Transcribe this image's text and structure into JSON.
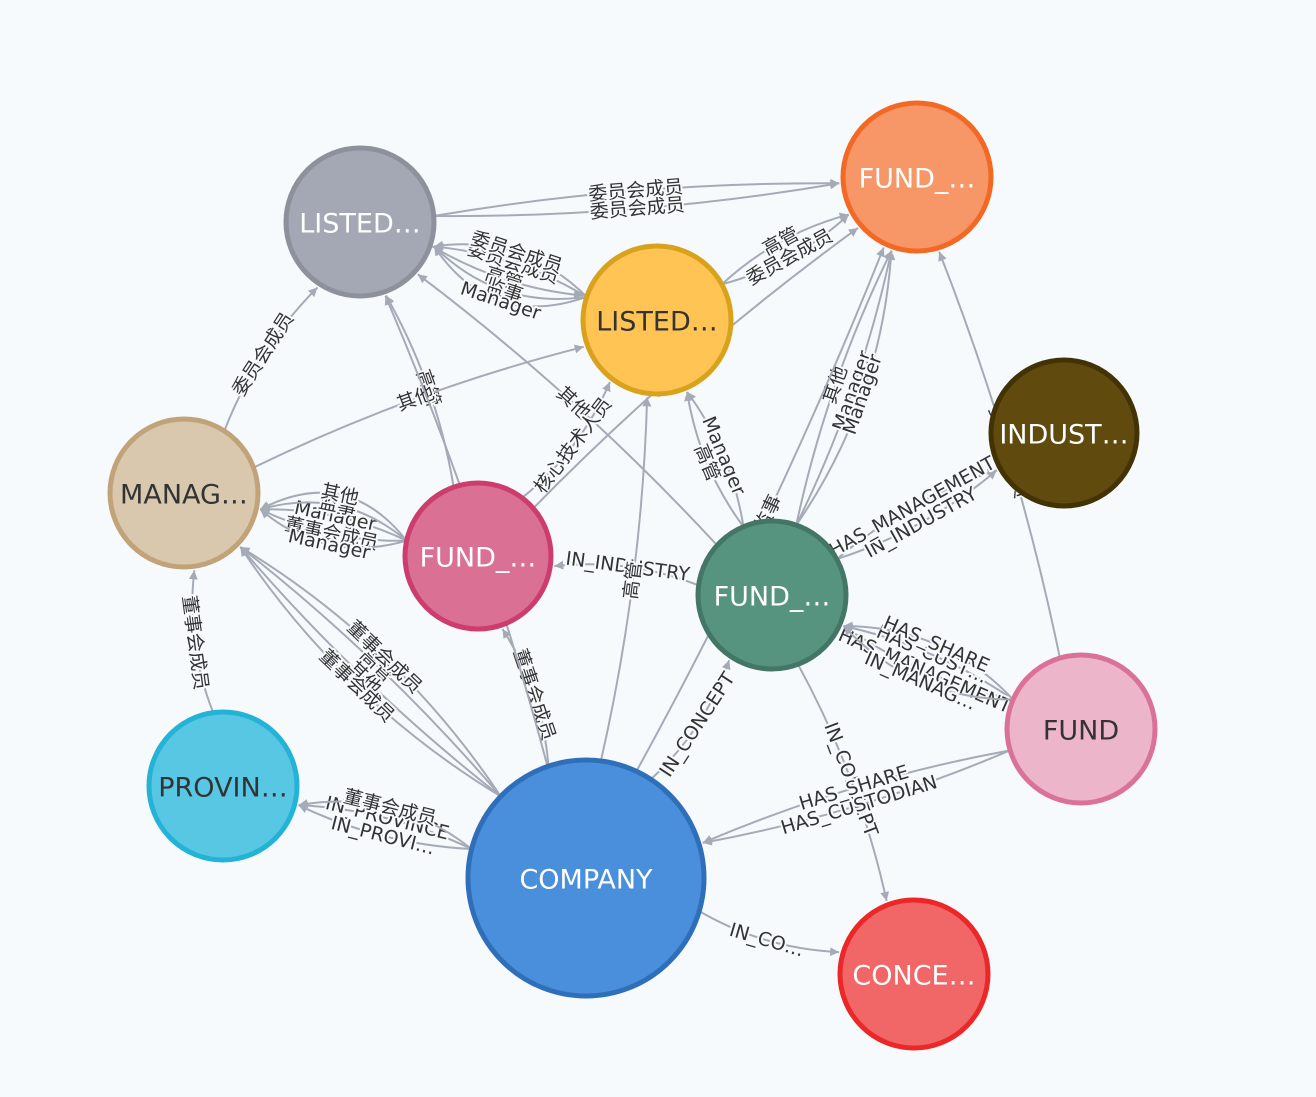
{
  "graph": {
    "nodes": [
      {
        "id": "company",
        "label": "COMPANY",
        "fill": "#4a8fdc",
        "stroke": "#2f6fb9",
        "text": "#ffffff"
      },
      {
        "id": "listed_a",
        "label": "LISTED…",
        "fill": "#a4a8b4",
        "stroke": "#8c919c",
        "text": "#ffffff"
      },
      {
        "id": "listed_b",
        "label": "LISTED…",
        "fill": "#ffc454",
        "stroke": "#d9a21c",
        "text": "#333333"
      },
      {
        "id": "fund_orange",
        "label": "FUND_…",
        "fill": "#f79767",
        "stroke": "#f36924",
        "text": "#ffffff"
      },
      {
        "id": "industry",
        "label": "INDUST…",
        "fill": "#604a0e",
        "stroke": "#423204",
        "text": "#ffffff"
      },
      {
        "id": "manager",
        "label": "MANAG…",
        "fill": "#d9c8ae",
        "stroke": "#c0a378",
        "text": "#333333"
      },
      {
        "id": "fund_pink",
        "label": "FUND_…",
        "fill": "#da7194",
        "stroke": "#cc3c6c",
        "text": "#ffffff"
      },
      {
        "id": "fund_green",
        "label": "FUND_…",
        "fill": "#569480",
        "stroke": "#447666",
        "text": "#ffffff"
      },
      {
        "id": "fund",
        "label": "FUND",
        "fill": "#ecb5c9",
        "stroke": "#da7298",
        "text": "#333333"
      },
      {
        "id": "province",
        "label": "PROVIN…",
        "fill": "#57c7e3",
        "stroke": "#23b3d7",
        "text": "#333333"
      },
      {
        "id": "concept",
        "label": "CONCE…",
        "fill": "#f16667",
        "stroke": "#eb2728",
        "text": "#ffffff"
      }
    ],
    "edges": [
      {
        "s": "listed_a",
        "t": "fund_orange",
        "label": "委员会成员"
      },
      {
        "s": "listed_a",
        "t": "fund_orange",
        "label": "委员会成员"
      },
      {
        "s": "listed_a",
        "t": "listed_b",
        "label": "高管"
      },
      {
        "s": "listed_b",
        "t": "listed_a",
        "label": "委员会成员"
      },
      {
        "s": "listed_b",
        "t": "listed_a",
        "label": "监事"
      },
      {
        "s": "listed_b",
        "t": "listed_a",
        "label": "委员会成员"
      },
      {
        "s": "listed_b",
        "t": "listed_a",
        "label": "Manager"
      },
      {
        "s": "listed_b",
        "t": "fund_orange",
        "label": "高管"
      },
      {
        "s": "listed_b",
        "t": "fund_orange",
        "label": "委员会成员"
      },
      {
        "s": "fund_green",
        "t": "fund_orange",
        "label": "Manager"
      },
      {
        "s": "fund_green",
        "t": "listed_a",
        "label": "其他"
      },
      {
        "s": "fund_pink",
        "t": "listed_a",
        "label": "高管"
      },
      {
        "s": "manager",
        "t": "listed_a",
        "label": "委员会成员"
      },
      {
        "s": "fund_pink",
        "t": "listed_b",
        "label": "核心技术人员"
      },
      {
        "s": "fund_pink",
        "t": "manager",
        "label": "Manager"
      },
      {
        "s": "fund_pink",
        "t": "manager",
        "label": "董事会成员"
      },
      {
        "s": "fund_pink",
        "t": "manager",
        "label": "监事"
      },
      {
        "s": "fund_pink",
        "t": "manager",
        "label": "Manager"
      },
      {
        "s": "fund_pink",
        "t": "manager",
        "label": "其他"
      },
      {
        "s": "company",
        "t": "manager",
        "label": "高管"
      },
      {
        "s": "company",
        "t": "manager",
        "label": "其他"
      },
      {
        "s": "company",
        "t": "fund_pink",
        "label": "董事会成员"
      },
      {
        "s": "company",
        "t": "province",
        "label": "IN_PROVINCE"
      },
      {
        "s": "company",
        "t": "province",
        "label": "IN_PROVI…"
      },
      {
        "s": "company",
        "t": "province",
        "label": "董事会成员"
      },
      {
        "s": "company",
        "t": "concept",
        "label": "IN_CO…"
      },
      {
        "s": "company",
        "t": "manager",
        "label": "董事会成员"
      },
      {
        "s": "company",
        "t": "fund_green",
        "label": "IN_CONCEPT"
      },
      {
        "s": "fund_green",
        "t": "listed_b",
        "label": "Manager"
      },
      {
        "s": "fund_green",
        "t": "fund_pink",
        "label": "IN_INDUSTRY"
      },
      {
        "s": "fund_green",
        "t": "industry",
        "label": "IN_INDUSTRY"
      },
      {
        "s": "fund_green",
        "t": "industry",
        "label": "HAS_MANAGEMENT"
      },
      {
        "s": "fund_green",
        "t": "concept",
        "label": "IN_CONCEPT"
      },
      {
        "s": "fund",
        "t": "fund_green",
        "label": "HAS_CUST…"
      },
      {
        "s": "fund",
        "t": "fund_green",
        "label": "HAS_MANAGEMENT"
      },
      {
        "s": "fund",
        "t": "fund_green",
        "label": "HAS_SHARE"
      },
      {
        "s": "fund",
        "t": "company",
        "label": "HAS_CUSTODIAN"
      },
      {
        "s": "fund",
        "t": "company",
        "label": "HAS_SHARE"
      },
      {
        "s": "fund",
        "t": "fund_orange",
        "label": "委员会成员"
      },
      {
        "s": "fund",
        "t": "fund_green",
        "label": "IN_MANAG…"
      },
      {
        "s": "fund_green",
        "t": "fund_orange",
        "label": "其他"
      },
      {
        "s": "fund_green",
        "t": "fund_orange",
        "label": "Manager"
      },
      {
        "s": "fund_pink",
        "t": "fund_orange",
        "label": "董事会成员"
      },
      {
        "s": "manager",
        "t": "listed_b",
        "label": "其他"
      },
      {
        "s": "province",
        "t": "manager",
        "label": "董事会成员"
      },
      {
        "s": "company",
        "t": "manager",
        "label": "董事会成员"
      },
      {
        "s": "fund_green",
        "t": "listed_b",
        "label": "高管"
      },
      {
        "s": "company",
        "t": "listed_a",
        "label": "高管"
      },
      {
        "s": "company",
        "t": "listed_b",
        "label": "高管"
      },
      {
        "s": "company",
        "t": "fund_orange",
        "label": "监事"
      }
    ]
  }
}
